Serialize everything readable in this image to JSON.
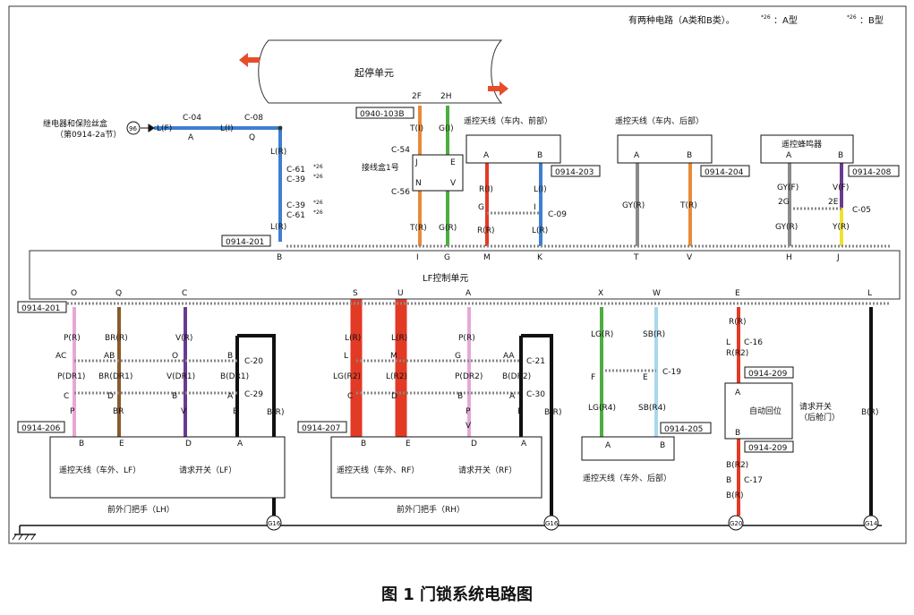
{
  "legend_note": "有两种电路（A类和B类）。",
  "legend_a_tag": "*26",
  "legend_a_text": "：A型",
  "legend_b_tag": "*26",
  "legend_b_text": "：B型",
  "caption": "图 1  门锁系统电路图",
  "modules": {
    "immobilizer": "起停单元",
    "lf_control": "LF控制单元",
    "relay_box": "继电器和保险丝盒",
    "relay_box_ref": "（第0914-2a节）",
    "relay_pin": "96",
    "junction": "接线盒1号",
    "ant_front": "遥控天线（车内、前部）",
    "ant_rear": "遥控天线（车内、后部）",
    "buzzer": "遥控蜂鸣器",
    "ant_lf": "遥控天线（车外、LF）",
    "sw_lf": "请求开关（LF）",
    "handle_lh": "前外门把手（LH）",
    "ant_rf": "遥控天线（车外、RF）",
    "sw_rf": "请求开关（RF）",
    "handle_rh": "前外门把手（RH）",
    "ant_rear_out": "遥控天线（车外、后部）",
    "auto_return": "自动回位",
    "sw_tail": "请求开关",
    "sw_tail2": "（后舱门）"
  },
  "refs": {
    "r0940_103b": "0940-103B",
    "r0914_201a": "0914-201",
    "r0914_201b": "0914-201",
    "r0914_203": "0914-203",
    "r0914_204": "0914-204",
    "r0914_208": "0914-208",
    "r0914_206": "0914-206",
    "r0914_207": "0914-207",
    "r0914_205": "0914-205",
    "r0914_209a": "0914-209",
    "r0914_209b": "0914-209"
  },
  "connectors": {
    "c04": "C-04",
    "c04pin": "A",
    "c08": "C-08",
    "c08pin": "Q",
    "c61a": "C-61",
    "c61a_tag": "*26",
    "c39a": "C-39",
    "c39a_tag": "*26",
    "c39b": "C-39",
    "c39b_tag": "*26",
    "c61b": "C-61",
    "c61b_tag": "*26",
    "c54": "C-54",
    "c56": "C-56",
    "c09": "C-09",
    "c05": "C-05",
    "c20": "C-20",
    "c29": "C-29",
    "c21": "C-21",
    "c30": "C-30",
    "c19": "C-19",
    "c16": "C-16",
    "c17": "C-17"
  },
  "wires": {
    "lf": "L(F)",
    "li1": "L(I)",
    "lr1": "L(R)",
    "lr2": "L(R)",
    "ti": "T(I)",
    "gi": "G(I)",
    "tr": "T(R)",
    "gr": "G(R)",
    "ri": "R(I)",
    "li2": "L(I)",
    "rr": "R(R)",
    "lr3": "L(R)",
    "gyr1": "GY(R)",
    "tr2": "T(R)",
    "gyf": "GY(F)",
    "vf": "V(F)",
    "gyr2": "GY(R)",
    "yr": "Y(R)",
    "pr1": "P(R)",
    "brr": "BR(R)",
    "vr": "V(R)",
    "pdr1": "P(DR1)",
    "brdr1": "BR(DR1)",
    "vdr1": "V(DR1)",
    "bdr1": "B(DR1)",
    "br_lh": "B(R)",
    "lr_s": "L(R)",
    "lr_u": "L(R)",
    "lgr2": "LG(R2)",
    "lr2x": "L(R2)",
    "pr2": "P(R)",
    "pdr2": "P(DR2)",
    "bdr2": "B(DR2)",
    "br_rh": "B(R)",
    "lgr": "LG(R)",
    "sbr": "SB(R)",
    "lgr4": "LG(R4)",
    "sbr4": "SB(R4)",
    "rr2": "R(R)",
    "rr2b": "R(R2)",
    "br2": "B(R2)",
    "br3": "B(R)",
    "br4": "B(R)"
  },
  "pins": {
    "p2f": "2F",
    "p2h": "2H",
    "pJ": "J",
    "pE": "E",
    "pN": "N",
    "pV": "V",
    "antfA": "A",
    "antfB": "B",
    "antrA": "A",
    "antrB": "B",
    "buzA": "A",
    "buzB": "B",
    "g1": "G",
    "i1": "I",
    "g2": "2G",
    "e2": "2E",
    "top": [
      "B",
      "I",
      "G",
      "M",
      "K",
      "T",
      "V",
      "H",
      "J"
    ],
    "bot": [
      "O",
      "Q",
      "C",
      "S",
      "U",
      "A",
      "X",
      "W",
      "E",
      "L"
    ],
    "lh_ac": "AC",
    "lh_ab": "AB",
    "lh_o": "O",
    "lh_b": "B",
    "lh_c": "C",
    "lh_d": "D",
    "lh_b2": "B",
    "lh_a": "A",
    "lh_p": "P",
    "lh_br": "BR",
    "lh_v": "V",
    "lh_b3": "B",
    "lhc_b": "B",
    "lhc_e": "E",
    "lhc_d": "D",
    "lhc_a": "A",
    "rh_l": "L",
    "rh_m": "M",
    "rh_g": "G",
    "rh_aa": "AA",
    "rh_c": "C",
    "rh_d": "D",
    "rh_b": "B",
    "rh_a": "A",
    "rh_p": "P",
    "rh_v": "V",
    "rh_b2": "B",
    "rhc_b": "B",
    "rhc_e": "E",
    "rhc_d": "D",
    "rhc_a": "A",
    "rr_f": "F",
    "rr_e": "E",
    "rr_a": "A",
    "rr_b": "B",
    "tg_l": "L",
    "tg_a": "A",
    "tg_b": "B",
    "tg_b2": "B"
  },
  "grounds": [
    "G16",
    "G16",
    "G20",
    "G14"
  ],
  "colors": {
    "blue": "#3d7fd0",
    "orange": "#e88a3a",
    "green": "#4cae3f",
    "red": "#e23a25",
    "grey": "#8a8a8a",
    "yellow": "#eee233",
    "pink": "#e6a8d6",
    "brown": "#8a5a2b",
    "purple": "#6a3a8f",
    "lightblue": "#a8d8ec",
    "black": "#111111",
    "arrow": "#e84d2a"
  }
}
